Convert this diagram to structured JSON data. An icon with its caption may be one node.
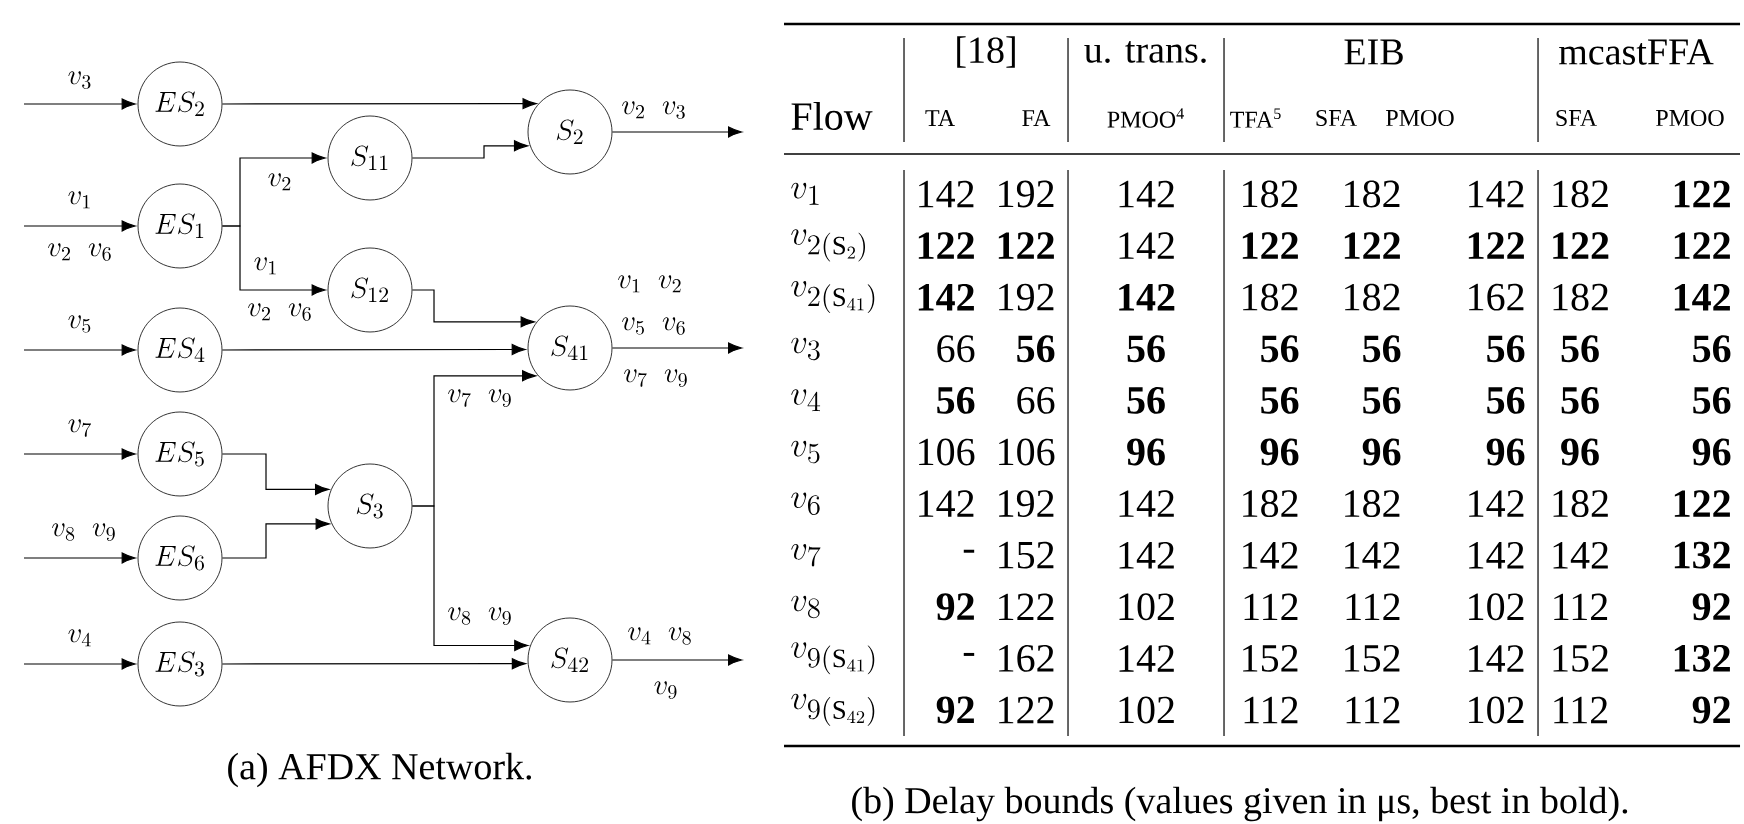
{
  "diagram": {
    "nodes": [
      {
        "text": [
          "ES_{2}"
        ]
      },
      {
        "text": [
          "ES_{1}"
        ]
      },
      {
        "text": [
          "S_{11}"
        ]
      },
      {
        "text": [
          "S_{12}"
        ]
      },
      {
        "text": [
          "S_{2}"
        ]
      },
      {
        "text": [
          "ES_{4}"
        ]
      },
      {
        "text": [
          "S_{41}"
        ]
      },
      {
        "text": [
          "ES_{5}"
        ]
      },
      {
        "text": [
          "ES_{6}"
        ]
      },
      {
        "text": [
          "S_{3}"
        ]
      },
      {
        "text": [
          "ES_{3}"
        ]
      },
      {
        "text": [
          "S_{42}"
        ]
      }
    ],
    "edges": [
      {
        "from": null,
        "to": 0,
        "arrow": "to",
        "label": "v_{3}"
      },
      {
        "from": null,
        "to": 1,
        "arrow": "to",
        "label": "v_{1}"
      },
      {
        "from": 0,
        "to": 4,
        "arrow": "to"
      },
      {
        "from": 1,
        "to": 2,
        "arrow": "to",
        "label": "v_{2}"
      },
      {
        "from": 1,
        "to": 3,
        "arrow": "to",
        "label": "v_{1}"
      },
      {
        "from": 2,
        "to": 4,
        "arrow": "to"
      },
      {
        "from": 3,
        "to": 6,
        "arrow": "to"
      },
      {
        "from": null,
        "to": 5,
        "arrow": "to",
        "label": "v_{5}"
      },
      {
        "from": 5,
        "to": 6,
        "arrow": "to"
      },
      {
        "from": null,
        "to": 7,
        "arrow": "to",
        "label": "v_{7}"
      },
      {
        "from": null,
        "to": 8,
        "arrow": "to",
        "label": "v_{8}\\;\\; v_{9}"
      },
      {
        "from": 7,
        "to": 9,
        "arrow": "to"
      },
      {
        "from": 8,
        "to": 9,
        "arrow": "to"
      },
      {
        "from": 9,
        "to": 6,
        "arrow": "to",
        "label": "v_{7}\\;\\; v_{9}"
      },
      {
        "from": 9,
        "to": 11,
        "arrow": "to",
        "label": "v_{8}\\;\\; v_{9}"
      },
      {
        "from": null,
        "to": 10,
        "arrow": "to",
        "label": "v_{4}"
      },
      {
        "from": 10,
        "to": 11,
        "arrow": "to"
      },
      {
        "from": 4,
        "to": null,
        "arrow": "to",
        "label": "v_{2}\\;\\; v_{3}"
      },
      {
        "from": 6,
        "to": null,
        "arrow": "to",
        "label": "v_{5}\\;\\; v_{6}"
      },
      {
        "from": 11,
        "to": null,
        "arrow": "to",
        "label": "v_{4}\\;\\; v_{8}"
      }
    ],
    "labels": [
      "v_{2}\\;\\; v_{6}",
      "v_{2}\\;\\; v_{6}",
      "v_{1}\\;\\; v_{2}",
      "v_{7}\\;\\; v_{9}",
      "v_{9}",
      "(a) AFDX Network.",
      "[18]",
      "u. trans.",
      "EIB",
      "mcastFFA",
      "Flow",
      "TA",
      "FA",
      "PMOO$^{4}$",
      "TFA$^{5}$",
      "SFA",
      "PMOO",
      "SFA",
      "PMOO",
      "v_{1}",
      "142",
      "192",
      "142",
      "182",
      "182",
      "142",
      "182",
      "**122**",
      "v_{2(\\mathrm{S}_{2})}",
      "**122**",
      "**122**",
      "142",
      "**122**",
      "**122**",
      "**122**",
      "**122**",
      "**122**",
      "v_{2(\\mathrm{S}_{41})}",
      "**142**",
      "192",
      "**142**",
      "182",
      "182",
      "162",
      "182",
      "**142**",
      "v_{3}",
      "66",
      "**56**",
      "**56**",
      "**56**",
      "**56**",
      "**56**",
      "**56**",
      "**56**",
      "v_{4}",
      "**56**",
      "66",
      "**56**",
      "**56**",
      "**56**",
      "**56**",
      "**56**",
      "**56**",
      "v_{5}",
      "106",
      "106",
      "**96**",
      "**96**",
      "**96**",
      "**96**",
      "**96**",
      "**96**",
      "v_{6}",
      "142",
      "192",
      "142",
      "182",
      "182",
      "142",
      "182",
      "**122**",
      "v_{7}",
      "-",
      "152",
      "142",
      "142",
      "142",
      "142",
      "142",
      "**132**",
      "v_{8}",
      "**92**",
      "122",
      "102",
      "112",
      "112",
      "102",
      "112",
      "**92**",
      "v_{9(\\mathrm{S}_{41})}",
      "-",
      "162",
      "142",
      "152",
      "152",
      "142",
      "152",
      "**132**",
      "v_{9(\\mathrm{S}_{42})}",
      "**92**",
      "122",
      "102",
      "112",
      "112",
      "102",
      "112",
      "**92**",
      "(b) Delay bounds (values given in μs, best in bold)."
    ]
  }
}
